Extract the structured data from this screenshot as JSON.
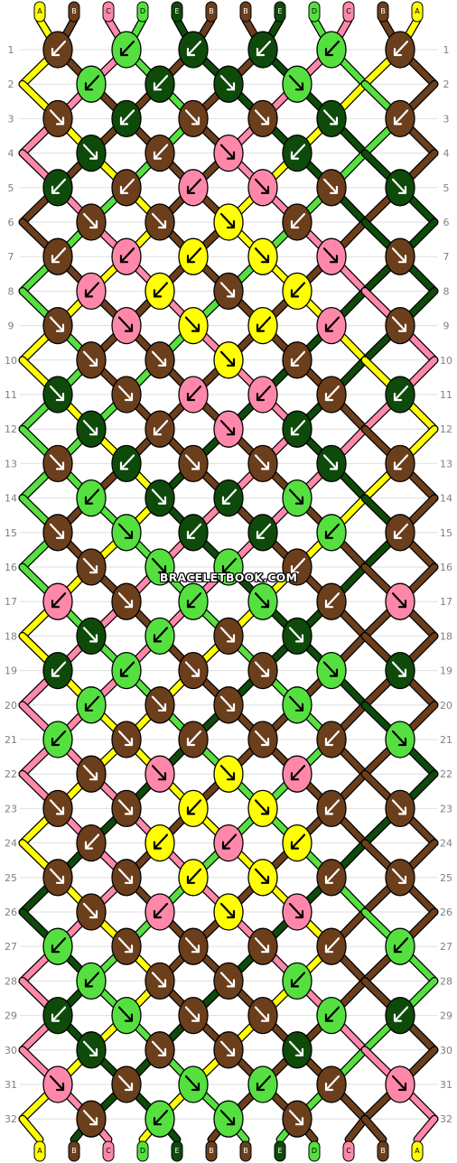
{
  "pattern": {
    "watermark": "BRACELETBOOK.COM",
    "row_labels": [
      "1",
      "2",
      "3",
      "4",
      "5",
      "6",
      "7",
      "8",
      "9",
      "10",
      "11",
      "12",
      "13",
      "14",
      "15",
      "16",
      "17",
      "18",
      "19",
      "20",
      "21",
      "22",
      "23",
      "24",
      "25",
      "26",
      "27",
      "28",
      "29",
      "30",
      "31",
      "32"
    ],
    "strings": [
      "A",
      "B",
      "C",
      "D",
      "E",
      "B",
      "B",
      "E",
      "D",
      "C",
      "B",
      "A"
    ],
    "colors": {
      "A": "#ffff00",
      "B": "#6b3e1c",
      "C": "#ff88aa",
      "D": "#55e040",
      "E": "#0e4a0a"
    },
    "knot_grid": [
      [
        "BL",
        "DL",
        "EL",
        "EL",
        "DL",
        "BL"
      ],
      [
        "DL",
        "EL",
        "ER",
        "DR"
      ],
      [
        "BR",
        "EL",
        "BR",
        "BR",
        "ER",
        "BL"
      ],
      [
        "ER",
        "BL",
        "CR",
        "EL"
      ],
      [
        "EL",
        "BL",
        "CL",
        "CR",
        "BR",
        "ER"
      ],
      [
        "BR",
        "BR",
        "AR",
        "BL"
      ],
      [
        "BL",
        "CL",
        "AL",
        "AR",
        "CR",
        "BR"
      ],
      [
        "CL",
        "AL",
        "BR",
        "AL"
      ],
      [
        "BR",
        "CR",
        "AR",
        "AL",
        "CL",
        "BR"
      ],
      [
        "BR",
        "BR",
        "AR",
        "BL"
      ],
      [
        "ER",
        "BR",
        "CL",
        "CL",
        "BL",
        "EL"
      ],
      [
        "ER",
        "BL",
        "CR",
        "EL"
      ],
      [
        "BR",
        "EL",
        "BR",
        "BR",
        "ER",
        "BL"
      ],
      [
        "DL",
        "ER",
        "EL",
        "DR"
      ],
      [
        "BR",
        "DR",
        "EL",
        "EL",
        "DL",
        "BL"
      ],
      [
        "BR",
        "DR",
        "DL",
        "BL"
      ],
      [
        "CL",
        "BR",
        "DL",
        "DR",
        "BL",
        "CR"
      ],
      [
        "ER",
        "DL",
        "BR",
        "ER"
      ],
      [
        "EL",
        "DL",
        "BR",
        "BR",
        "DR",
        "ER"
      ],
      [
        "DL",
        "BR",
        "BR",
        "DR"
      ],
      [
        "DL",
        "BR",
        "BL",
        "BR",
        "BL",
        "DR"
      ],
      [
        "BR",
        "CR",
        "AR",
        "CL"
      ],
      [
        "BR",
        "BR",
        "AL",
        "AR",
        "BL",
        "BR"
      ],
      [
        "BL",
        "AL",
        "CL",
        "AL"
      ],
      [
        "BR",
        "BR",
        "AL",
        "AR",
        "BL",
        "BR"
      ],
      [
        "BR",
        "CL",
        "AR",
        "CR"
      ],
      [
        "DL",
        "BR",
        "BR",
        "BR",
        "BL",
        "DL"
      ],
      [
        "DL",
        "BR",
        "BR",
        "DL"
      ],
      [
        "EL",
        "DR",
        "BR",
        "BR",
        "DL",
        "EL"
      ],
      [
        "ER",
        "BR",
        "BR",
        "ER"
      ],
      [
        "CR",
        "BR",
        "DR",
        "DL",
        "BL",
        "CR"
      ],
      [
        "BR",
        "DL",
        "DR",
        "BR"
      ]
    ]
  }
}
